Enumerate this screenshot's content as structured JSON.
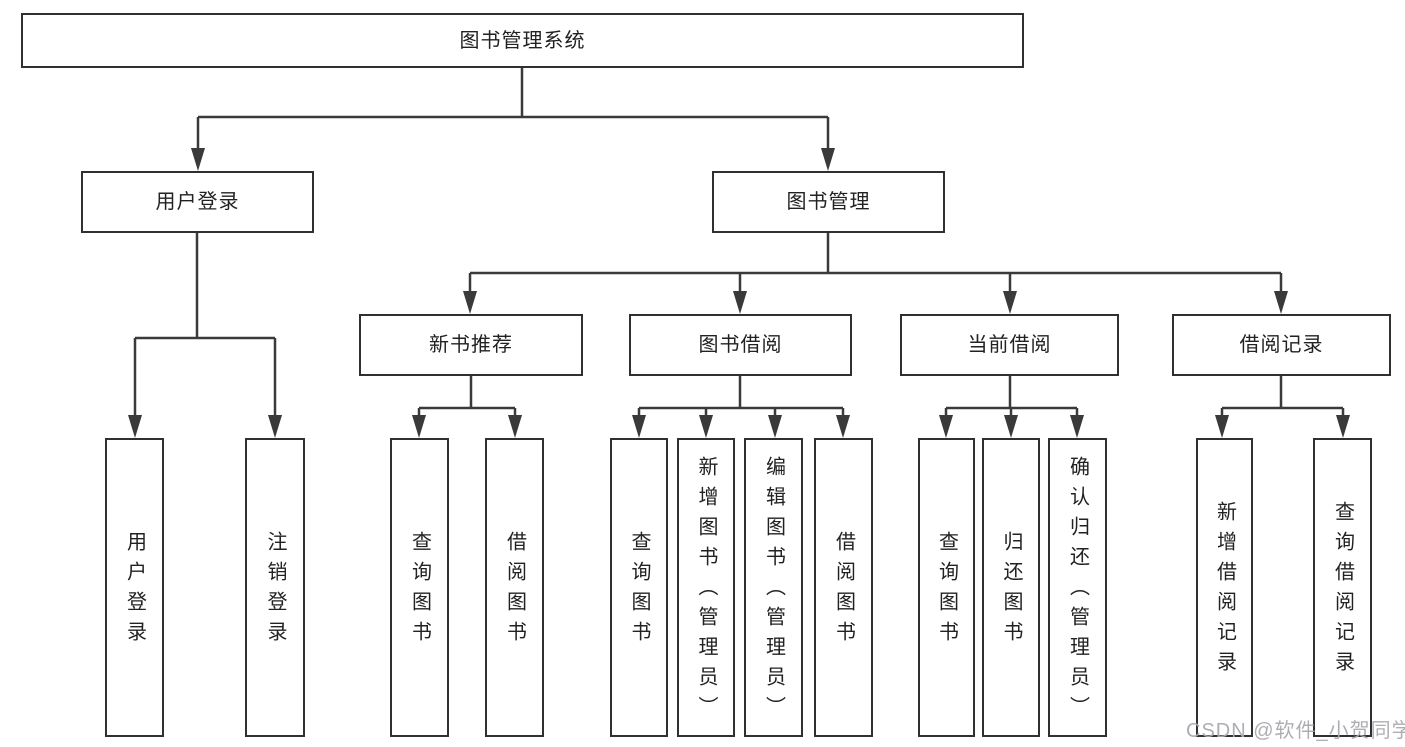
{
  "tree": {
    "label": "图书管理系统",
    "children": [
      {
        "label": "用户登录",
        "children": [
          {
            "label": "用户登录"
          },
          {
            "label": "注销登录"
          }
        ]
      },
      {
        "label": "图书管理",
        "children": [
          {
            "label": "新书推荐",
            "children": [
              {
                "label": "查询图书"
              },
              {
                "label": "借阅图书"
              }
            ]
          },
          {
            "label": "图书借阅",
            "children": [
              {
                "label": "查询图书"
              },
              {
                "label": "新增图书（管理员）"
              },
              {
                "label": "编辑图书（管理员）"
              },
              {
                "label": "借阅图书"
              }
            ]
          },
          {
            "label": "当前借阅",
            "children": [
              {
                "label": "查询图书"
              },
              {
                "label": "归还图书"
              },
              {
                "label": "确认归还（管理员）"
              }
            ]
          },
          {
            "label": "借阅记录",
            "children": [
              {
                "label": "新增借阅记录"
              },
              {
                "label": "查询借阅记录"
              }
            ]
          }
        ]
      }
    ]
  },
  "watermark": {
    "text": "CSDN @软件_小贺同学"
  },
  "colors": {
    "background": "#ffffff",
    "line": "#3a3a3a",
    "box_border": "#303030",
    "text": "#222222",
    "watermark": "#a8aaaf"
  }
}
